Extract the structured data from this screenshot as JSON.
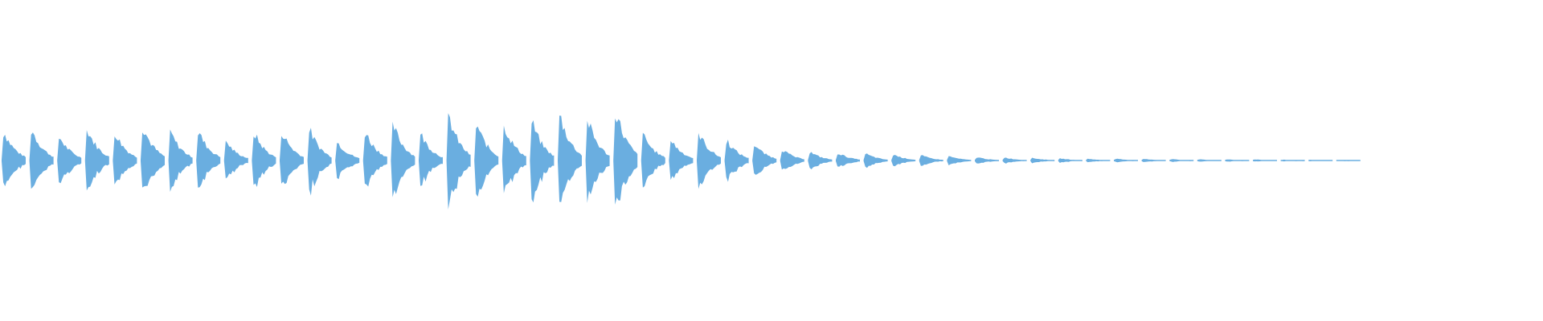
{
  "waveform": {
    "color": "#6aaee0",
    "background": "#ffffff",
    "pulse_count": 49,
    "pulses": [
      {
        "amp": 0.34
      },
      {
        "amp": 0.37
      },
      {
        "amp": 0.28
      },
      {
        "amp": 0.37
      },
      {
        "amp": 0.33
      },
      {
        "amp": 0.4
      },
      {
        "amp": 0.33
      },
      {
        "amp": 0.34
      },
      {
        "amp": 0.22
      },
      {
        "amp": 0.33
      },
      {
        "amp": 0.34
      },
      {
        "amp": 0.36
      },
      {
        "amp": 0.22
      },
      {
        "amp": 0.34
      },
      {
        "amp": 0.42
      },
      {
        "amp": 0.31
      },
      {
        "amp": 0.52
      },
      {
        "amp": 0.43
      },
      {
        "amp": 0.41
      },
      {
        "amp": 0.45
      },
      {
        "amp": 0.53
      },
      {
        "amp": 0.47
      },
      {
        "amp": 0.6
      },
      {
        "amp": 0.3
      },
      {
        "amp": 0.24
      },
      {
        "amp": 0.32
      },
      {
        "amp": 0.24
      },
      {
        "amp": 0.19
      },
      {
        "amp": 0.13
      },
      {
        "amp": 0.1
      },
      {
        "amp": 0.09
      },
      {
        "amp": 0.08
      },
      {
        "amp": 0.07
      },
      {
        "amp": 0.06
      },
      {
        "amp": 0.05
      },
      {
        "amp": 0.04
      },
      {
        "amp": 0.035
      },
      {
        "amp": 0.03
      },
      {
        "amp": 0.025
      },
      {
        "amp": 0.02
      },
      {
        "amp": 0.02
      },
      {
        "amp": 0.018
      },
      {
        "amp": 0.016
      },
      {
        "amp": 0.015
      },
      {
        "amp": 0.014
      },
      {
        "amp": 0.012
      },
      {
        "amp": 0.01
      },
      {
        "amp": 0.008
      },
      {
        "amp": 0.006
      }
    ]
  }
}
